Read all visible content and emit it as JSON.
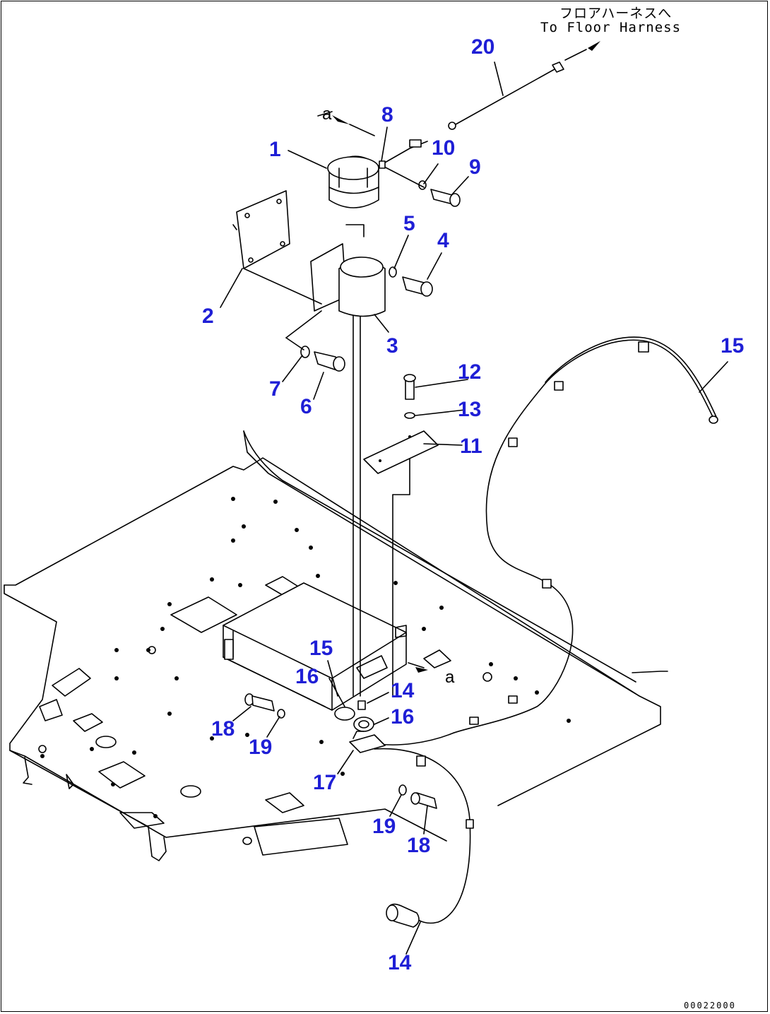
{
  "header": {
    "note_jp": "フロアハーネスへ",
    "note_en": "To Floor Harness"
  },
  "view_labels": {
    "view_a_upper": "a",
    "view_a_lower": "a"
  },
  "callouts": [
    {
      "id": "c20",
      "text": "20"
    },
    {
      "id": "c8",
      "text": "8"
    },
    {
      "id": "c1",
      "text": "1"
    },
    {
      "id": "c10",
      "text": "10"
    },
    {
      "id": "c9",
      "text": "9"
    },
    {
      "id": "c5",
      "text": "5"
    },
    {
      "id": "c4",
      "text": "4"
    },
    {
      "id": "c2",
      "text": "2"
    },
    {
      "id": "c3",
      "text": "3"
    },
    {
      "id": "c15a",
      "text": "15"
    },
    {
      "id": "c7",
      "text": "7"
    },
    {
      "id": "c6",
      "text": "6"
    },
    {
      "id": "c12",
      "text": "12"
    },
    {
      "id": "c13",
      "text": "13"
    },
    {
      "id": "c11",
      "text": "11"
    },
    {
      "id": "c15b",
      "text": "15"
    },
    {
      "id": "c16a",
      "text": "16"
    },
    {
      "id": "c14a",
      "text": "14"
    },
    {
      "id": "c16b",
      "text": "16"
    },
    {
      "id": "c18a",
      "text": "18"
    },
    {
      "id": "c19a",
      "text": "19"
    },
    {
      "id": "c17",
      "text": "17"
    },
    {
      "id": "c19b",
      "text": "19"
    },
    {
      "id": "c18b",
      "text": "18"
    },
    {
      "id": "c14b",
      "text": "14"
    }
  ],
  "drawing_code": "00022000",
  "colors": {
    "callout": "#1f1fd6",
    "line": "#000000",
    "background": "#ffffff"
  }
}
